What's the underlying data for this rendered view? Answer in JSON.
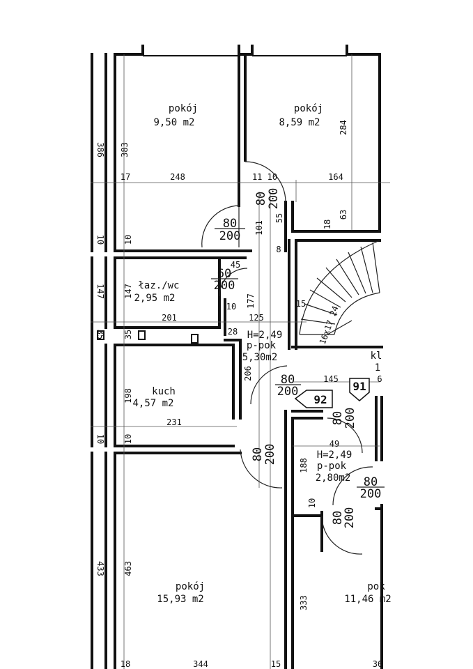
{
  "rooms": {
    "room1": {
      "name": "pokój",
      "area": "9,50 m2"
    },
    "room2": {
      "name": "pokój",
      "area": "8,59 m2"
    },
    "bath": {
      "name": "łaz./wc",
      "area": "2,95 m2"
    },
    "kitchen": {
      "name": "kuch",
      "area": "4,57 m2"
    },
    "hall1": {
      "height": "H=2,49",
      "name": "p-pok",
      "area": "5,30m2"
    },
    "hall2": {
      "height": "H=2,49",
      "name": "p-pok",
      "area": "2,80m2"
    },
    "room3": {
      "name": "pokój",
      "area": "15,93 m2"
    },
    "room4": {
      "name": "pok",
      "area": "11,46 m2"
    },
    "stair_room": {
      "name": "kl",
      "area": "1"
    }
  },
  "dimensions": {
    "d386": "386",
    "d383": "383",
    "d17a": "17",
    "d248": "248",
    "d1110": "11 10",
    "d164": "164",
    "d284": "284",
    "d63": "63",
    "d18a": "18",
    "d101": "101",
    "d55": "55",
    "d8": "8",
    "d10a": "10",
    "d10b": "10",
    "d147a": "147",
    "d147b": "147",
    "d45": "45",
    "d177": "177",
    "d10c": "10",
    "d15a": "15",
    "d201": "201",
    "d125": "125",
    "d35a": "35",
    "d35b": "35",
    "d28": "28",
    "d206": "206",
    "d198": "198",
    "d145": "145",
    "d6": "6",
    "d231": "231",
    "d10d": "10",
    "d10e": "10",
    "d49": "49",
    "d188": "188",
    "d10f": "10",
    "d463": "463",
    "d433": "433",
    "d333": "333",
    "d18b": "18",
    "d344": "344",
    "d15b": "15",
    "d36": "36",
    "stairs": "16x17\n24"
  },
  "doors": {
    "door_a_w": "80",
    "door_a_h": "200",
    "door_b_w": "80",
    "door_b_h": "200",
    "door_c_w": "60",
    "door_c_h": "200",
    "door_d_w": "80",
    "door_d_h": "200",
    "door_e_w": "80",
    "door_e_h": "200",
    "door_f_w": "80",
    "door_f_h": "200",
    "door_g_w": "80",
    "door_g_h": "200",
    "door_h_w": "80",
    "door_h_h": "200"
  },
  "tags": {
    "tag92": "92",
    "tag91": "91"
  }
}
